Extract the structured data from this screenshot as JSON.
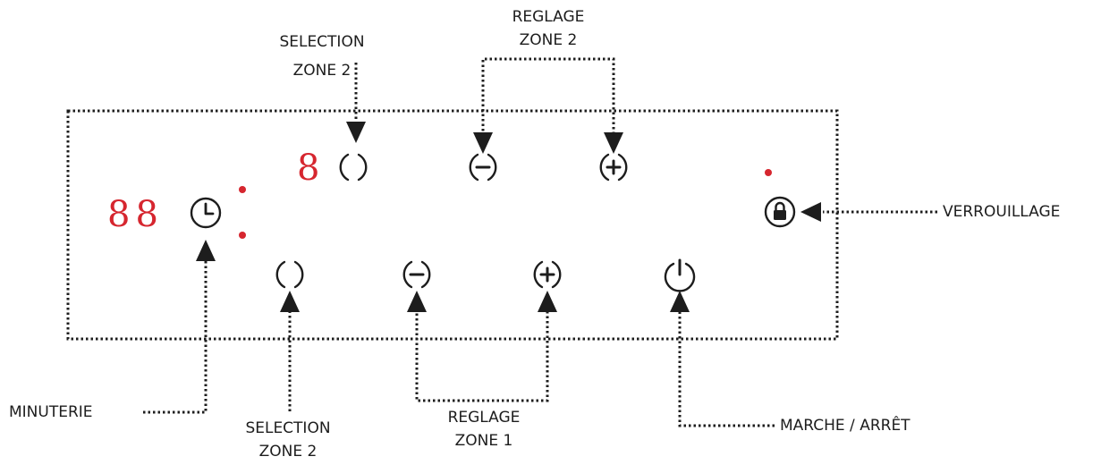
{
  "colors": {
    "ink": "#1d1d1d",
    "indicator_red": "#d6262f",
    "background": "#ffffff"
  },
  "displays": {
    "timer_display": "88",
    "zone2_display": "8"
  },
  "labels": {
    "selection_zone2_top_line1": "SELECTION",
    "selection_zone2_top_line2": "ZONE 2",
    "reglage_zone2_line1": "REGLAGE",
    "reglage_zone2_line2": "ZONE 2",
    "verrouillage": "VERROUILLAGE",
    "minuterie": "MINUTERIE",
    "selection_zone2_bottom_line1": "SELECTION",
    "selection_zone2_bottom_line2": "ZONE 2",
    "reglage_zone1_line1": "REGLAGE",
    "reglage_zone1_line2": "ZONE 1",
    "marche_arret": "MARCHE / ARRÊT"
  },
  "icons": {
    "timer": "clock-icon",
    "zone2_select": "zone-select-icon",
    "zone2_minus": "minus-icon",
    "zone2_plus": "plus-icon",
    "zone1_select": "zone-select-icon",
    "zone1_minus": "minus-icon",
    "zone1_plus": "plus-icon",
    "power": "power-icon",
    "lock": "lock-icon"
  }
}
